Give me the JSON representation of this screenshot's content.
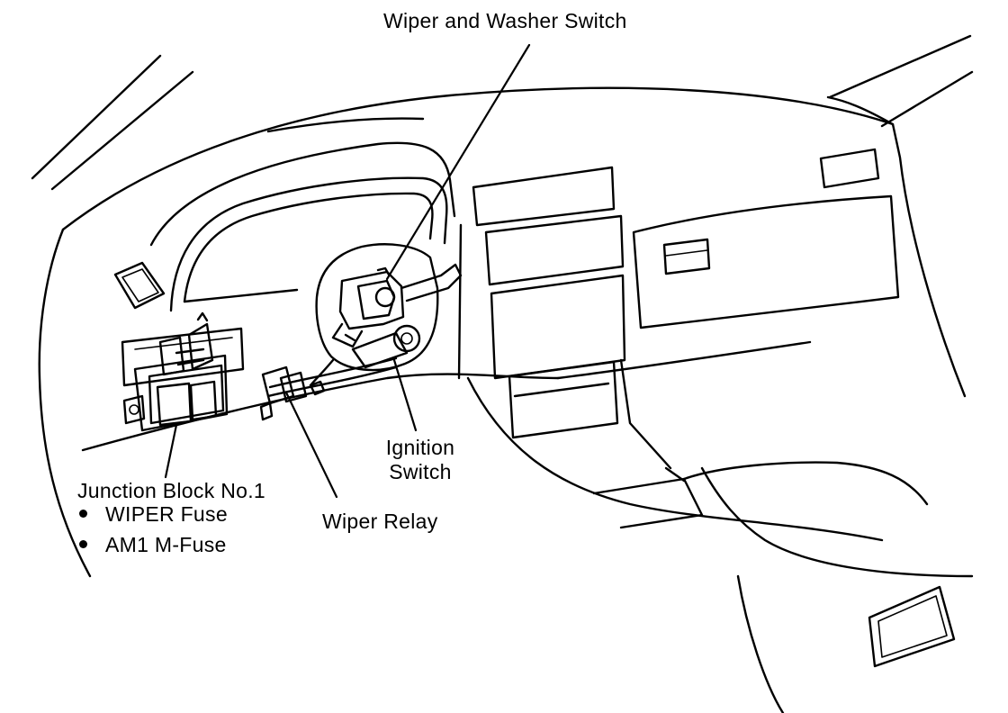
{
  "labels": {
    "wiper_washer_switch": "Wiper and Washer Switch",
    "ignition_switch_line1": "Ignition",
    "ignition_switch_line2": "Switch",
    "wiper_relay": "Wiper Relay",
    "junction_block": "Junction Block No.1",
    "junction_items": [
      "WIPER Fuse",
      "AM1 M-Fuse"
    ]
  },
  "colors": {
    "ink": "#000000",
    "paper": "#ffffff"
  }
}
